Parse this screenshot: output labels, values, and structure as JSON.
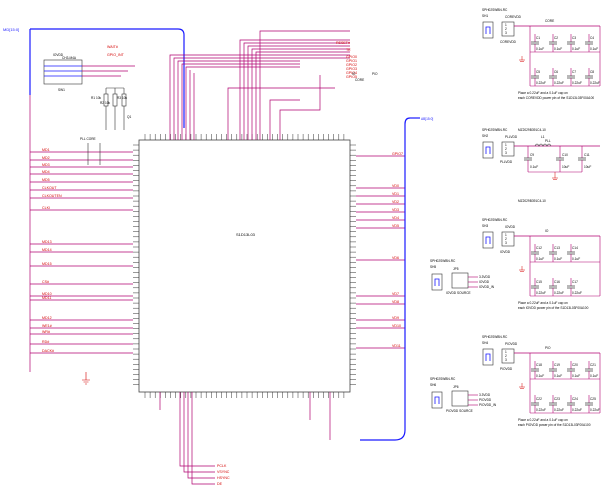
{
  "chip": {
    "ref": "S1D13L03"
  },
  "header": {
    "bus": "MD[15:0]",
    "bus_right": "AB[15:0]"
  },
  "nets_left": [
    "MD1",
    "MD2",
    "MD3",
    "MD4",
    "MD5",
    "CLKOUT",
    "CLKOUTEN",
    "CLKI",
    "MD13",
    "MD14",
    "MD15",
    "CS#",
    "MD10",
    "MD11",
    "MD12",
    "WE1#",
    "WR#",
    "RD#",
    "DACK#"
  ],
  "nets_top": [
    "RESET#",
    "TE",
    "GPIO0",
    "GPIO1",
    "GPIO2",
    "GPIO3",
    "GPIO4",
    "GPIO5",
    "WAIT#",
    "GPIO_INT"
  ],
  "nets_right": [
    "GPIO7",
    "VD0",
    "VD1",
    "VD2",
    "VD3",
    "VD4",
    "VD5",
    "VD6",
    "VD7",
    "VD8",
    "VD9",
    "VD10",
    "VD11"
  ],
  "nets_bottom": [
    "PCLK",
    "VSYNC",
    "HSYNC",
    "DE"
  ],
  "left_block": {
    "ioedd": "IOVDD",
    "sw": "CH3-M4A",
    "sw1": "SW1",
    "resistors": [
      "R1 10k",
      "R2 10k",
      "R3 10k"
    ],
    "q1": "Q1",
    "pll_core": "PLL CORE"
  },
  "right_blocks": [
    {
      "jumper": "SPH02SWBN-RC",
      "jp": "SH1",
      "pins": [
        "1",
        "2",
        "3"
      ],
      "name": "COREVDD",
      "rail": "CORE",
      "caps": [
        "C1",
        "C2",
        "C3",
        "C4",
        "C5",
        "C6",
        "C7",
        "C8"
      ],
      "values": [
        "0.1uF",
        "0.1uF",
        "0.1uF",
        "0.1uF",
        "0.22uF",
        "0.22uF",
        "0.22uF",
        "0.22uF"
      ],
      "note": "Place a 0.22uF and a 0.1uF cap on each COREVDD power pin of the S1D13L03F00A100"
    },
    {
      "jumper": "SPH02SWBN-RC",
      "jp": "SH2",
      "pins": [
        "1",
        "2",
        "3"
      ],
      "name": "PLLVDD",
      "rail": "PLL",
      "parts": [
        "L1",
        "C9",
        "C10",
        "C11"
      ],
      "ferrite": "MZ2029B391C4-10",
      "values": [
        "0.1uF",
        "10uF",
        "10uF"
      ],
      "note": ""
    },
    {
      "jumper": "SPH02SWBN-RC",
      "jp": "SH3",
      "pins": [
        "1",
        "2",
        "3"
      ],
      "name": "IOVDD",
      "rail": "IO",
      "caps": [
        "C12",
        "C13",
        "C14",
        "C15",
        "C16",
        "C17"
      ],
      "values": [
        "0.1uF",
        "0.1uF",
        "0.1uF",
        "0.22uF",
        "0.22uF",
        "0.22uF"
      ],
      "note": "Place a 0.22uF and a 0.1uF cap on each IOVDD power pin of the S1D13L03F00A100"
    },
    {
      "jumper": "SPH02SWBN-RC",
      "jp": "SH4",
      "pins": [
        "1",
        "2",
        "3"
      ],
      "name": "PIOVDD",
      "rail": "PIO",
      "caps": [
        "C18",
        "C19",
        "C20",
        "C21",
        "C22",
        "C23",
        "C24",
        "C25"
      ],
      "values": [
        "0.1uF",
        "0.1uF",
        "0.1uF",
        "0.1uF",
        "0.22uF",
        "0.22uF",
        "0.22uF",
        "0.22uF"
      ],
      "note": "Place a 0.22uF and a 0.1uF cap on each PIOVDD power pin of the S1D13L03F00A100"
    }
  ],
  "source_blocks": [
    {
      "jumper": "SPH02SWBN-RC",
      "sh": "SH5",
      "jp": "JP5",
      "opts": [
        "3.3VDD",
        "IOVDD",
        "IOVDD_IN"
      ],
      "label": "IOVDD SOURCE"
    },
    {
      "jumper": "SPH02SWBN-RC",
      "sh": "SH6",
      "jp": "JP6",
      "opts": [
        "3.3VDD",
        "PIOVDD",
        "PIOVDD_IN"
      ],
      "label": "PIOVDD SOURCE"
    }
  ]
}
